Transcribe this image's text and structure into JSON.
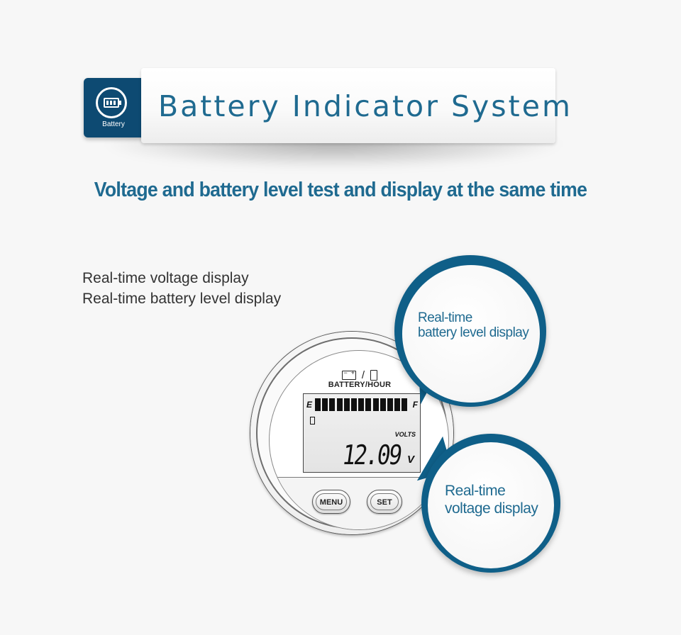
{
  "badge": {
    "label": "Battery",
    "icon": "battery-icon"
  },
  "banner": {
    "title": "Battery Indicator System"
  },
  "subtitle": "Voltage and battery level test and display at the same time",
  "features": [
    "Real-time voltage display",
    "Real-time battery level display"
  ],
  "gauge": {
    "header_icons": [
      "battery-icon",
      "hourglass-icon"
    ],
    "header_title": "BATTERY/HOUR",
    "empty_label": "E",
    "full_label": "F",
    "segments_lit": 13,
    "volts_label": "VOLTS",
    "reading": "12.09",
    "unit": "V",
    "buttons": {
      "menu": "MENU",
      "set": "SET"
    }
  },
  "callouts": {
    "battery_level": {
      "line1": "Real-time",
      "line2": "battery level display"
    },
    "voltage": {
      "line1": "Real-time",
      "line2": "voltage display"
    }
  },
  "colors": {
    "brand_blue": "#0f5f88",
    "text_blue": "#1f6a90"
  }
}
